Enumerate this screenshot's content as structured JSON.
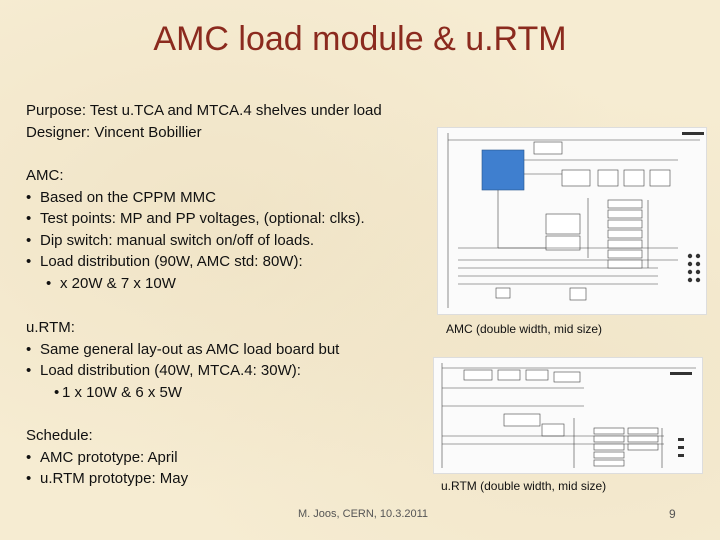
{
  "title": "AMC load module & u.RTM",
  "purpose": "Purpose: Test u.TCA and MTCA.4 shelves under load",
  "designer": "Designer: Vincent Bobillier",
  "amc": {
    "heading": "AMC:",
    "bullets": [
      "Based on the CPPM MMC",
      "Test points: MP and PP voltages, (optional: clks).",
      "Dip switch: manual switch on/off of loads.",
      "Load distribution (90W, AMC std: 80W):"
    ],
    "sub": "x 20W & 7 x 10W"
  },
  "urtm": {
    "heading": "u.RTM:",
    "bullets": [
      "Same general lay-out as AMC load board but",
      "Load distribution (40W, MTCA.4: 30W):"
    ],
    "sub": "1 x 10W & 6 x 5W"
  },
  "schedule": {
    "heading": "Schedule:",
    "bullets": [
      "AMC prototype: April",
      "u.RTM prototype: May"
    ]
  },
  "captions": {
    "amc": "AMC (double width, mid size)",
    "urtm": "u.RTM (double width, mid size)"
  },
  "footer": "M. Joos, CERN, 10.3.2011",
  "page": "9",
  "bullet_glyph": "•"
}
